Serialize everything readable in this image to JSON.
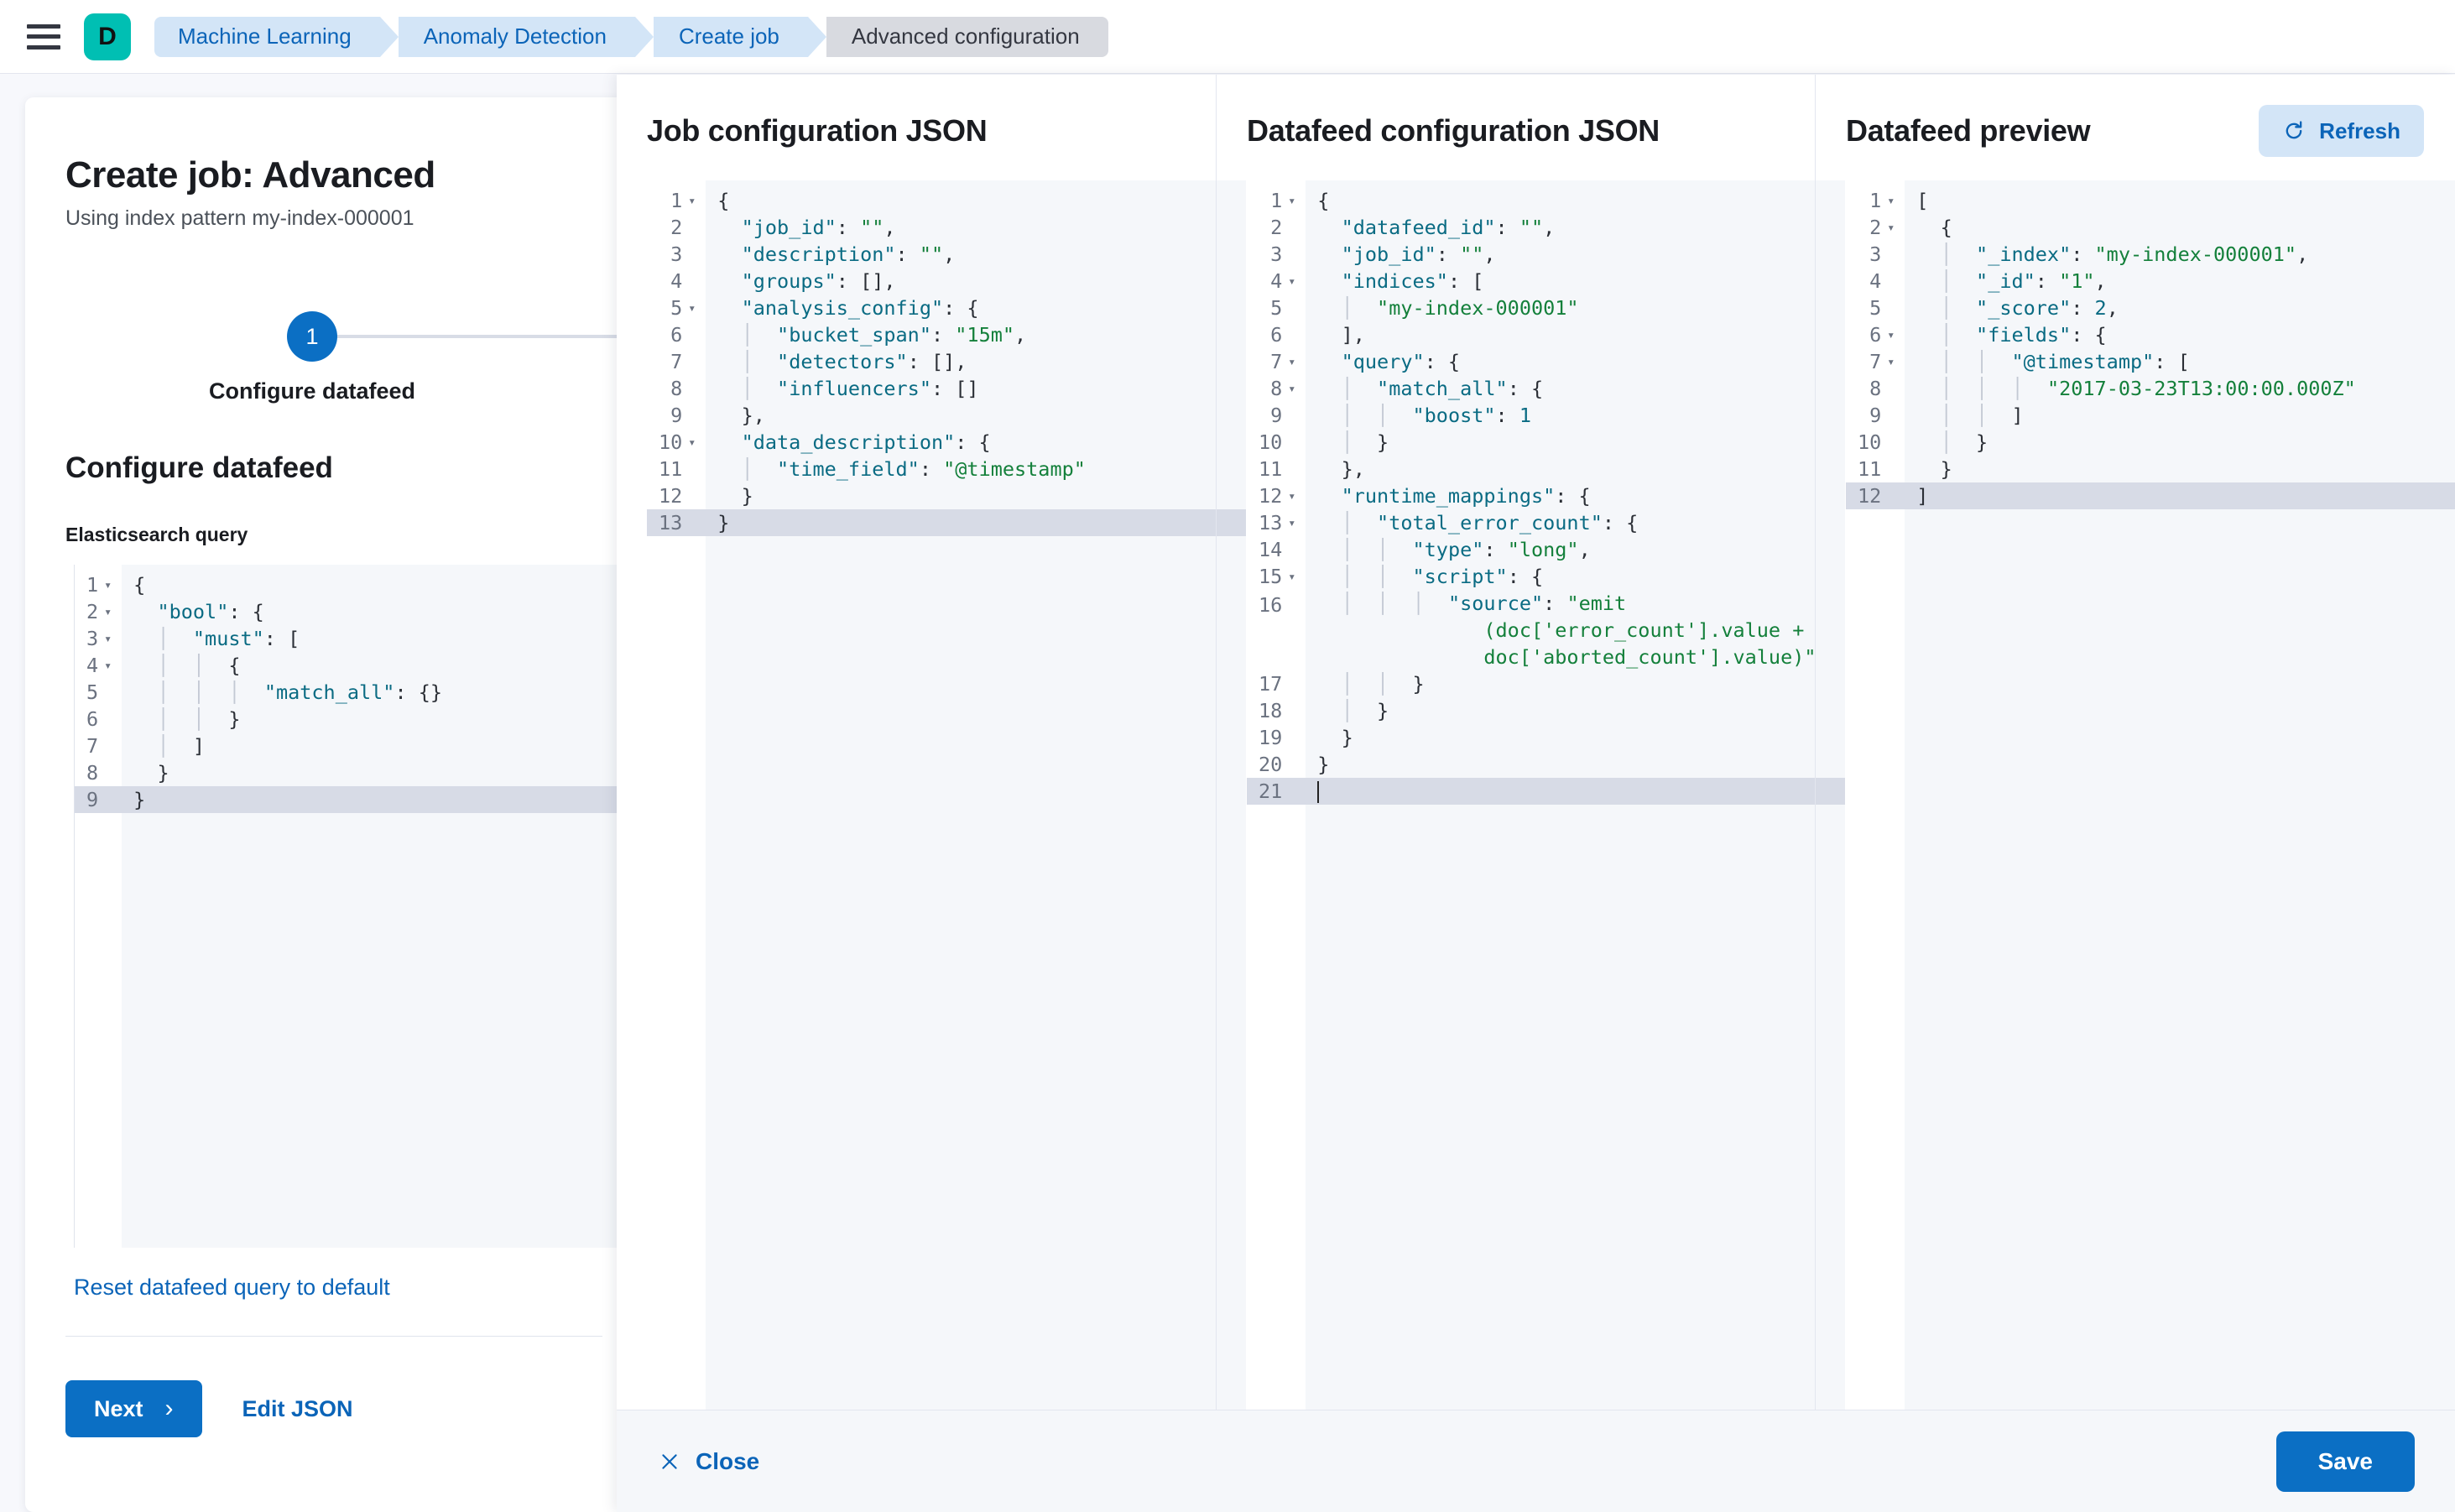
{
  "chrome": {
    "menu_icon": "hamburger-icon",
    "logo_letter": "D",
    "breadcrumbs": [
      {
        "label": "Machine Learning",
        "active": false
      },
      {
        "label": "Anomaly Detection",
        "active": false
      },
      {
        "label": "Create job",
        "active": false
      },
      {
        "label": "Advanced configuration",
        "active": true
      }
    ]
  },
  "page": {
    "title": "Create job: Advanced",
    "subtitle": "Using index pattern my-index-000001",
    "step_number": "1",
    "step_label": "Configure datafeed",
    "section_title": "Configure datafeed",
    "query_field_label": "Elasticsearch query",
    "reset_link": "Reset datafeed query to default",
    "next_label": "Next",
    "next_chevron": "chevron-right-icon",
    "edit_json_label": "Edit JSON"
  },
  "es_query_editor": {
    "lines": [
      {
        "n": "1",
        "fold": true,
        "text": "{"
      },
      {
        "n": "2",
        "fold": true,
        "text": "  \"bool\": {"
      },
      {
        "n": "3",
        "fold": true,
        "text": "  |  \"must\": ["
      },
      {
        "n": "4",
        "fold": true,
        "text": "  |  |  {"
      },
      {
        "n": "5",
        "fold": false,
        "text": "  |  |  |  \"match_all\": {}"
      },
      {
        "n": "6",
        "fold": false,
        "text": "  |  |  }"
      },
      {
        "n": "7",
        "fold": false,
        "text": "  |  ]"
      },
      {
        "n": "8",
        "fold": false,
        "text": "  }"
      },
      {
        "n": "9",
        "fold": false,
        "text": "}",
        "current": true
      }
    ]
  },
  "flyout": {
    "columns": [
      {
        "title": "Job configuration JSON",
        "has_refresh": false
      },
      {
        "title": "Datafeed configuration JSON",
        "has_refresh": false
      },
      {
        "title": "Datafeed preview",
        "has_refresh": true,
        "refresh_label": "Refresh",
        "refresh_icon": "refresh-icon"
      }
    ],
    "footer": {
      "close_label": "Close",
      "close_icon": "close-icon",
      "save_label": "Save"
    }
  },
  "job_config_editor": {
    "lines": [
      {
        "n": "1",
        "fold": true,
        "text": "{"
      },
      {
        "n": "2",
        "fold": false,
        "text": "  \"job_id\": \"\","
      },
      {
        "n": "3",
        "fold": false,
        "text": "  \"description\": \"\","
      },
      {
        "n": "4",
        "fold": false,
        "text": "  \"groups\": [],"
      },
      {
        "n": "5",
        "fold": true,
        "text": "  \"analysis_config\": {"
      },
      {
        "n": "6",
        "fold": false,
        "text": "  |  \"bucket_span\": \"15m\","
      },
      {
        "n": "7",
        "fold": false,
        "text": "  |  \"detectors\": [],"
      },
      {
        "n": "8",
        "fold": false,
        "text": "  |  \"influencers\": []"
      },
      {
        "n": "9",
        "fold": false,
        "text": "  },"
      },
      {
        "n": "10",
        "fold": true,
        "text": "  \"data_description\": {"
      },
      {
        "n": "11",
        "fold": false,
        "text": "  |  \"time_field\": \"@timestamp\""
      },
      {
        "n": "12",
        "fold": false,
        "text": "  }"
      },
      {
        "n": "13",
        "fold": false,
        "text": "}",
        "current": true
      }
    ]
  },
  "datafeed_config_editor": {
    "lines": [
      {
        "n": "1",
        "fold": true,
        "text": "{"
      },
      {
        "n": "2",
        "fold": false,
        "text": "  \"datafeed_id\": \"\","
      },
      {
        "n": "3",
        "fold": false,
        "text": "  \"job_id\": \"\","
      },
      {
        "n": "4",
        "fold": true,
        "text": "  \"indices\": ["
      },
      {
        "n": "5",
        "fold": false,
        "text": "  |  \"my-index-000001\""
      },
      {
        "n": "6",
        "fold": false,
        "text": "  ],"
      },
      {
        "n": "7",
        "fold": true,
        "text": "  \"query\": {"
      },
      {
        "n": "8",
        "fold": true,
        "text": "  |  \"match_all\": {"
      },
      {
        "n": "9",
        "fold": false,
        "text": "  |  |  \"boost\": 1"
      },
      {
        "n": "10",
        "fold": false,
        "text": "  |  }"
      },
      {
        "n": "11",
        "fold": false,
        "text": "  },"
      },
      {
        "n": "12",
        "fold": true,
        "text": "  \"runtime_mappings\": {"
      },
      {
        "n": "13",
        "fold": true,
        "text": "  |  \"total_error_count\": {"
      },
      {
        "n": "14",
        "fold": false,
        "text": "  |  |  \"type\": \"long\","
      },
      {
        "n": "15",
        "fold": true,
        "text": "  |  |  \"script\": {"
      },
      {
        "n": "16",
        "fold": false,
        "text": "  |  |  |  \"source\": \"emit(doc['error_count'].value + doc['aborted_count'].value)\"",
        "wrapped": true
      },
      {
        "n": "17",
        "fold": false,
        "text": "  |  |  }"
      },
      {
        "n": "18",
        "fold": false,
        "text": "  |  }"
      },
      {
        "n": "19",
        "fold": false,
        "text": "  }"
      },
      {
        "n": "20",
        "fold": false,
        "text": "}"
      },
      {
        "n": "21",
        "fold": false,
        "text": "",
        "current": true,
        "caret": true
      }
    ]
  },
  "datafeed_preview_editor": {
    "lines": [
      {
        "n": "1",
        "fold": true,
        "text": "["
      },
      {
        "n": "2",
        "fold": true,
        "text": "  {"
      },
      {
        "n": "3",
        "fold": false,
        "text": "  |  \"_index\": \"my-index-000001\","
      },
      {
        "n": "4",
        "fold": false,
        "text": "  |  \"_id\": \"1\","
      },
      {
        "n": "5",
        "fold": false,
        "text": "  |  \"_score\": 2,"
      },
      {
        "n": "6",
        "fold": true,
        "text": "  |  \"fields\": {"
      },
      {
        "n": "7",
        "fold": true,
        "text": "  |  |  \"@timestamp\": ["
      },
      {
        "n": "8",
        "fold": false,
        "text": "  |  |  |  \"2017-03-23T13:00:00.000Z\""
      },
      {
        "n": "9",
        "fold": false,
        "text": "  |  |  ]"
      },
      {
        "n": "10",
        "fold": false,
        "text": "  |  }"
      },
      {
        "n": "11",
        "fold": false,
        "text": "  }"
      },
      {
        "n": "12",
        "fold": false,
        "text": "]",
        "current": true
      }
    ]
  },
  "colors": {
    "accent_blue": "#0b6fc4",
    "link_blue": "#0b64b8",
    "brand_teal": "#00bfb3",
    "breadcrumb_blue": "#d3e5f7",
    "breadcrumb_active": "#d8dae0",
    "editor_bg": "#f5f7fa",
    "editor_current_line": "#d7dbe6",
    "string_green": "#14803b",
    "key_teal": "#0a6b83"
  }
}
